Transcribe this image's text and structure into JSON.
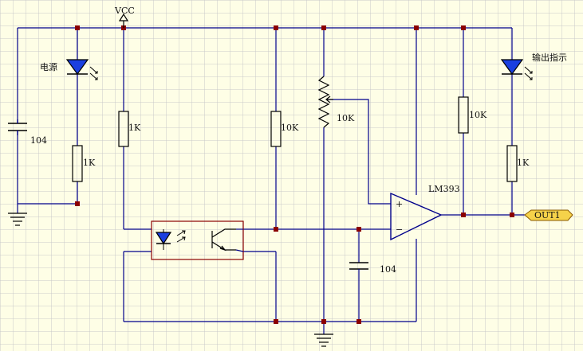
{
  "colors": {
    "background": "#fefee6",
    "grid": "#c9c9c9",
    "wire": "#00008b",
    "component": "#000000",
    "junction": "#8b0000",
    "led_fill": "#1a3fe0",
    "out_port_fill": "#f5d24a"
  },
  "labels": {
    "vcc": "VCC",
    "power_led": "电源",
    "output_led": "输出指示",
    "cap_left": "104",
    "cap_bottom": "104",
    "r_power_led": "1K",
    "r_opto": "1K",
    "r_pullup_in": "10K",
    "pot": "10K",
    "r_pullup_out": "10K",
    "r_out_led": "1K",
    "comparator": "LM393",
    "plus": "+",
    "minus": "−",
    "out_port": "OUT1"
  },
  "icons": [
    "ground-icon",
    "vcc-arrow-icon",
    "led-icon",
    "phototransistor-icon",
    "comparator-icon",
    "potentiometer-icon",
    "capacitor-icon",
    "resistor-icon"
  ]
}
